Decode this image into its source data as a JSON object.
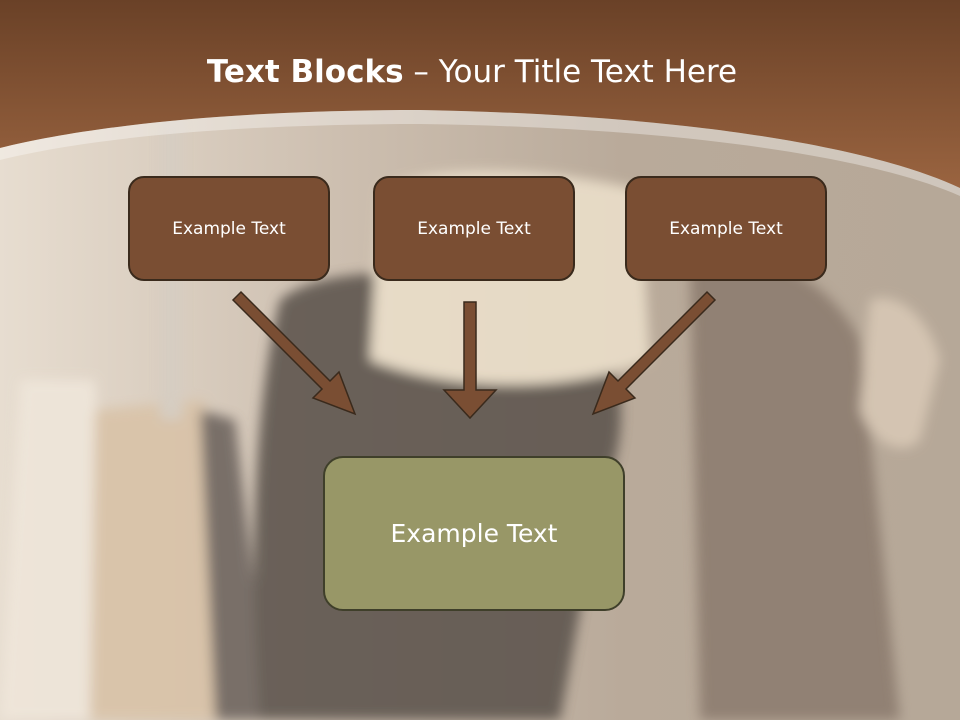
{
  "title": {
    "bold": "Text Blocks",
    "rest": " – Your Title Text Here"
  },
  "blocks": [
    {
      "label": "Example Text"
    },
    {
      "label": "Example Text"
    },
    {
      "label": "Example Text"
    }
  ],
  "result": {
    "label": "Example Text"
  },
  "colors": {
    "header": "#8a5a3a",
    "block": "#7a4e33",
    "result": "#989767",
    "arrow": "#7a4e33"
  }
}
